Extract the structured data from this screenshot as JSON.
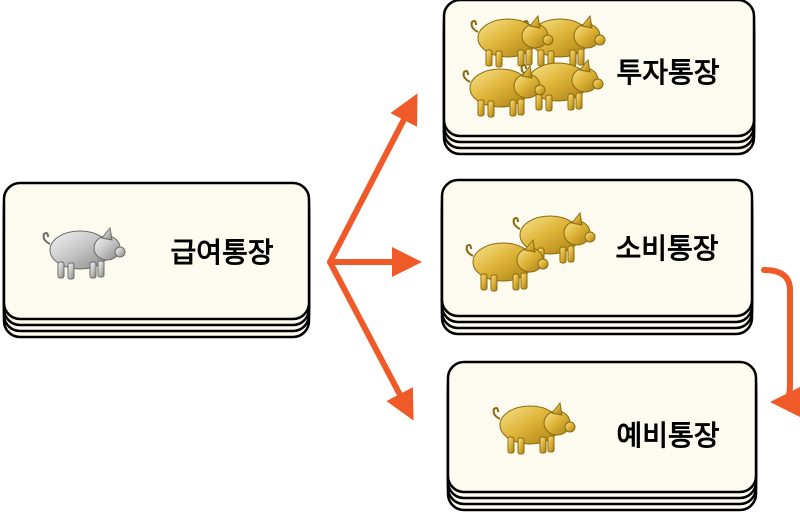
{
  "accounts": {
    "salary": {
      "label": "급여통장",
      "pig_count": 1,
      "pig_color": "silver"
    },
    "investment": {
      "label": "투자통장",
      "pig_count": 4,
      "pig_color": "gold"
    },
    "spending": {
      "label": "소비통장",
      "pig_count": 2,
      "pig_color": "gold"
    },
    "reserve": {
      "label": "예비통장",
      "pig_count": 1,
      "pig_color": "gold"
    }
  },
  "colors": {
    "arrow": "#ef5a28",
    "card_fill": "#fdfbf0",
    "card_stroke": "#000000",
    "gold_light": "#f6dc7c",
    "gold_dark": "#b88d17",
    "silver_light": "#f0f0f0",
    "silver_dark": "#8f8f8f"
  }
}
